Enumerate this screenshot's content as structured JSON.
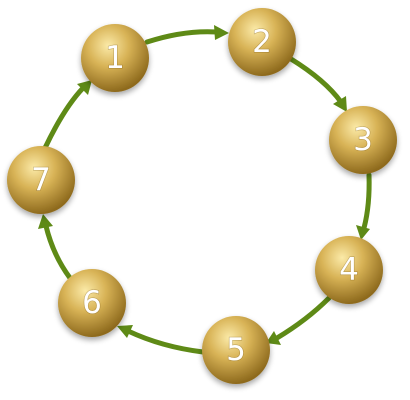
{
  "cycle": {
    "direction": "clockwise",
    "nodes": [
      {
        "label": "1"
      },
      {
        "label": "2"
      },
      {
        "label": "3"
      },
      {
        "label": "4"
      },
      {
        "label": "5"
      },
      {
        "label": "6"
      },
      {
        "label": "7"
      }
    ],
    "colors": {
      "arrow": "#5e8a16",
      "node_highlight": "#fbeaa8",
      "node_mid": "#d8b356",
      "node_dark": "#8e6a1d",
      "label": "#ffffff"
    }
  }
}
